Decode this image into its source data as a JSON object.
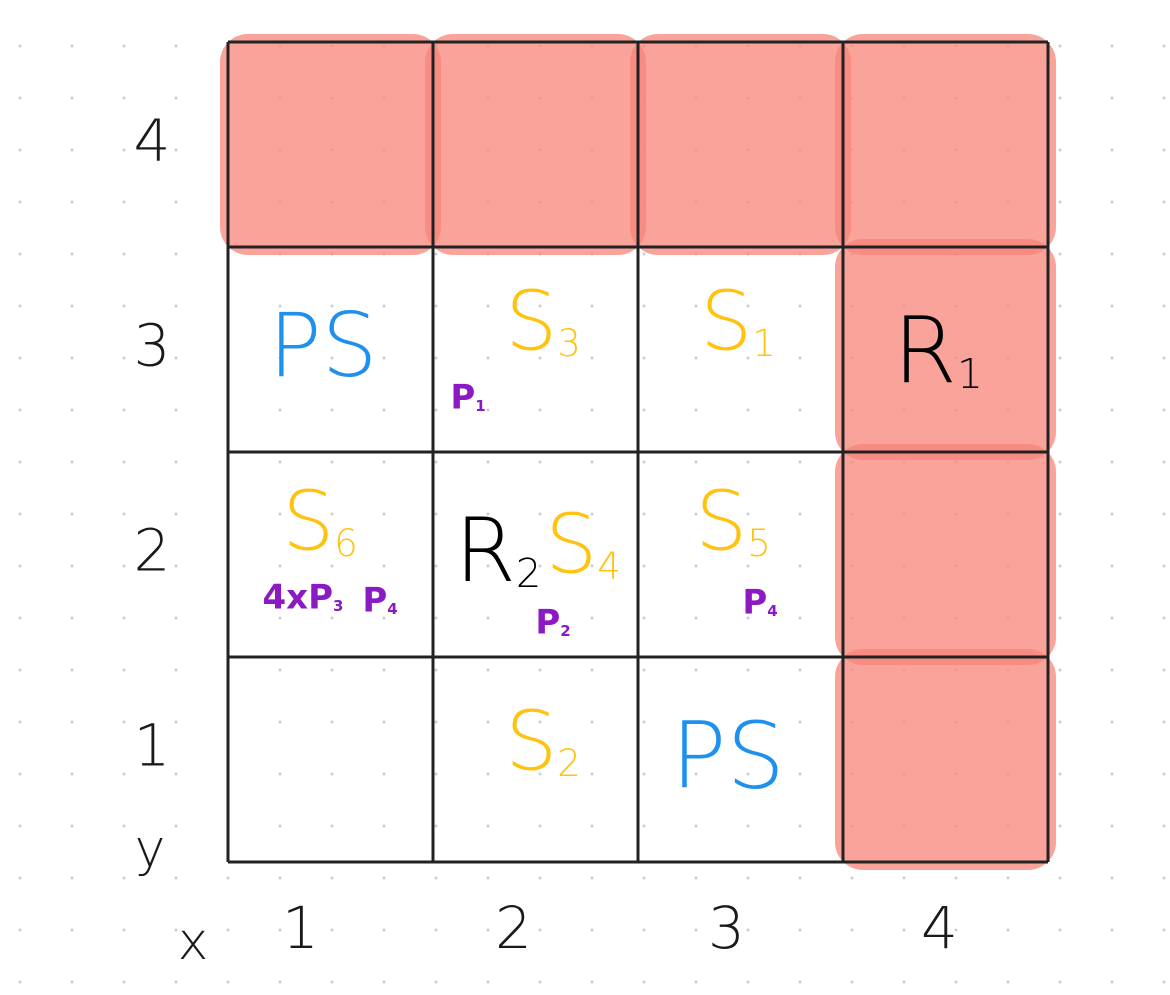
{
  "colors": {
    "grid": "#222222",
    "highlight": "#f7847a",
    "label": "#1a1a1a",
    "ps": "#1e90ee",
    "s": "#ffc20e",
    "p": "#8b19c4",
    "r": "#000000"
  },
  "axis": {
    "x_title": "x",
    "y_title": "y",
    "x_labels": [
      "1",
      "2",
      "3",
      "4"
    ],
    "y_labels": [
      "4",
      "3",
      "2",
      "1"
    ]
  },
  "highlighted": [
    {
      "x": 1,
      "y": 4
    },
    {
      "x": 2,
      "y": 4
    },
    {
      "x": 3,
      "y": 4
    },
    {
      "x": 4,
      "y": 4
    },
    {
      "x": 4,
      "y": 3
    },
    {
      "x": 4,
      "y": 2
    },
    {
      "x": 4,
      "y": 1
    }
  ],
  "cells": [
    {
      "x": 1,
      "y": 3,
      "marks": [
        {
          "text": "PS",
          "kind": "ps"
        }
      ]
    },
    {
      "x": 2,
      "y": 3,
      "marks": [
        {
          "text": "S",
          "sub": "3",
          "kind": "s"
        },
        {
          "text": "P",
          "sub": "1",
          "kind": "p"
        }
      ]
    },
    {
      "x": 3,
      "y": 3,
      "marks": [
        {
          "text": "S",
          "sub": "1",
          "kind": "s"
        }
      ]
    },
    {
      "x": 4,
      "y": 3,
      "marks": [
        {
          "text": "R",
          "sub": "1",
          "kind": "r"
        }
      ]
    },
    {
      "x": 1,
      "y": 2,
      "marks": [
        {
          "text": "S",
          "sub": "6",
          "kind": "s"
        },
        {
          "text": "4xP",
          "sub": "3",
          "kind": "p"
        },
        {
          "text": "P",
          "sub": "4",
          "kind": "p"
        }
      ]
    },
    {
      "x": 2,
      "y": 2,
      "marks": [
        {
          "text": "R",
          "sub": "2",
          "kind": "r"
        },
        {
          "text": "S",
          "sub": "4",
          "kind": "s"
        },
        {
          "text": "P",
          "sub": "2",
          "kind": "p"
        }
      ]
    },
    {
      "x": 3,
      "y": 2,
      "marks": [
        {
          "text": "S",
          "sub": "5",
          "kind": "s"
        },
        {
          "text": "P",
          "sub": "4",
          "kind": "p"
        }
      ]
    },
    {
      "x": 2,
      "y": 1,
      "marks": [
        {
          "text": "S",
          "sub": "2",
          "kind": "s"
        }
      ]
    },
    {
      "x": 3,
      "y": 1,
      "marks": [
        {
          "text": "PS",
          "kind": "ps"
        }
      ]
    }
  ]
}
